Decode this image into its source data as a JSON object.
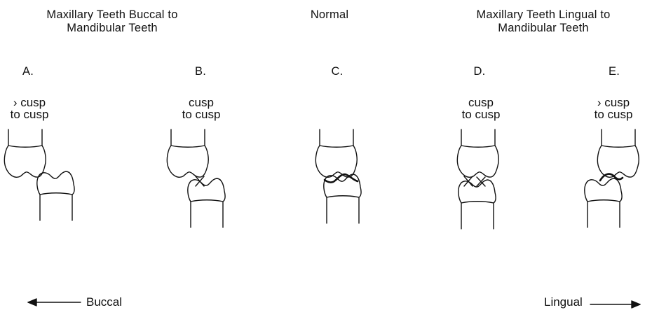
{
  "headers": {
    "buccal_line1": "Maxillary Teeth Buccal to",
    "buccal_line2": "Mandibular Teeth",
    "normal": "Normal",
    "lingual_line1": "Maxillary Teeth Lingual to",
    "lingual_line2": "Mandibular Teeth"
  },
  "panels": [
    {
      "label": "A.",
      "line1": "› cusp",
      "line2": "to cusp"
    },
    {
      "label": "B.",
      "line1": "cusp",
      "line2": "to cusp"
    },
    {
      "label": "C.",
      "line1": "",
      "line2": ""
    },
    {
      "label": "D.",
      "line1": "cusp",
      "line2": "to cusp"
    },
    {
      "label": "E.",
      "line1": "› cusp",
      "line2": "to cusp"
    }
  ],
  "directions": {
    "left": "Buccal",
    "right": "Lingual"
  }
}
